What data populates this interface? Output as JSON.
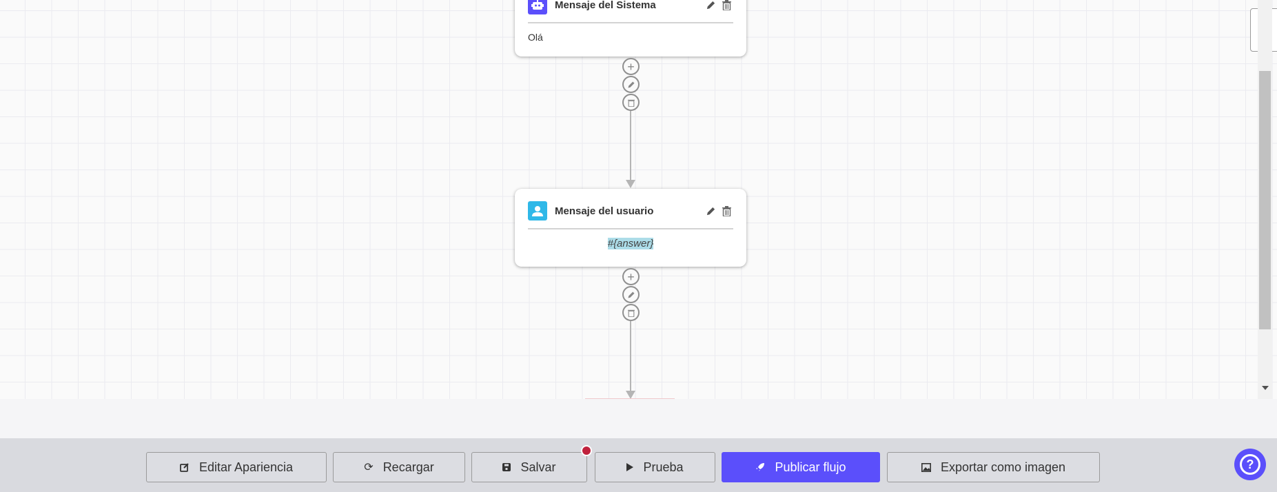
{
  "nodes": [
    {
      "title": "Mensaje del Sistema",
      "icon": "robot-icon",
      "icon_color": "#5b4ffb",
      "content": "Olá"
    },
    {
      "title": "Mensaje del usuario",
      "icon": "user-icon",
      "icon_color": "#2fb8e8",
      "content": "#{answer}"
    }
  ],
  "toolbar": {
    "edit_appearance": "Editar Apariencia",
    "reload": "Recargar",
    "save": "Salvar",
    "test": "Prueba",
    "publish": "Publicar flujo",
    "export": "Exportar como imagen"
  },
  "colors": {
    "accent": "#5b4ffb",
    "unsaved_dot": "#c0213c",
    "variable_highlight": "#acdce8"
  }
}
